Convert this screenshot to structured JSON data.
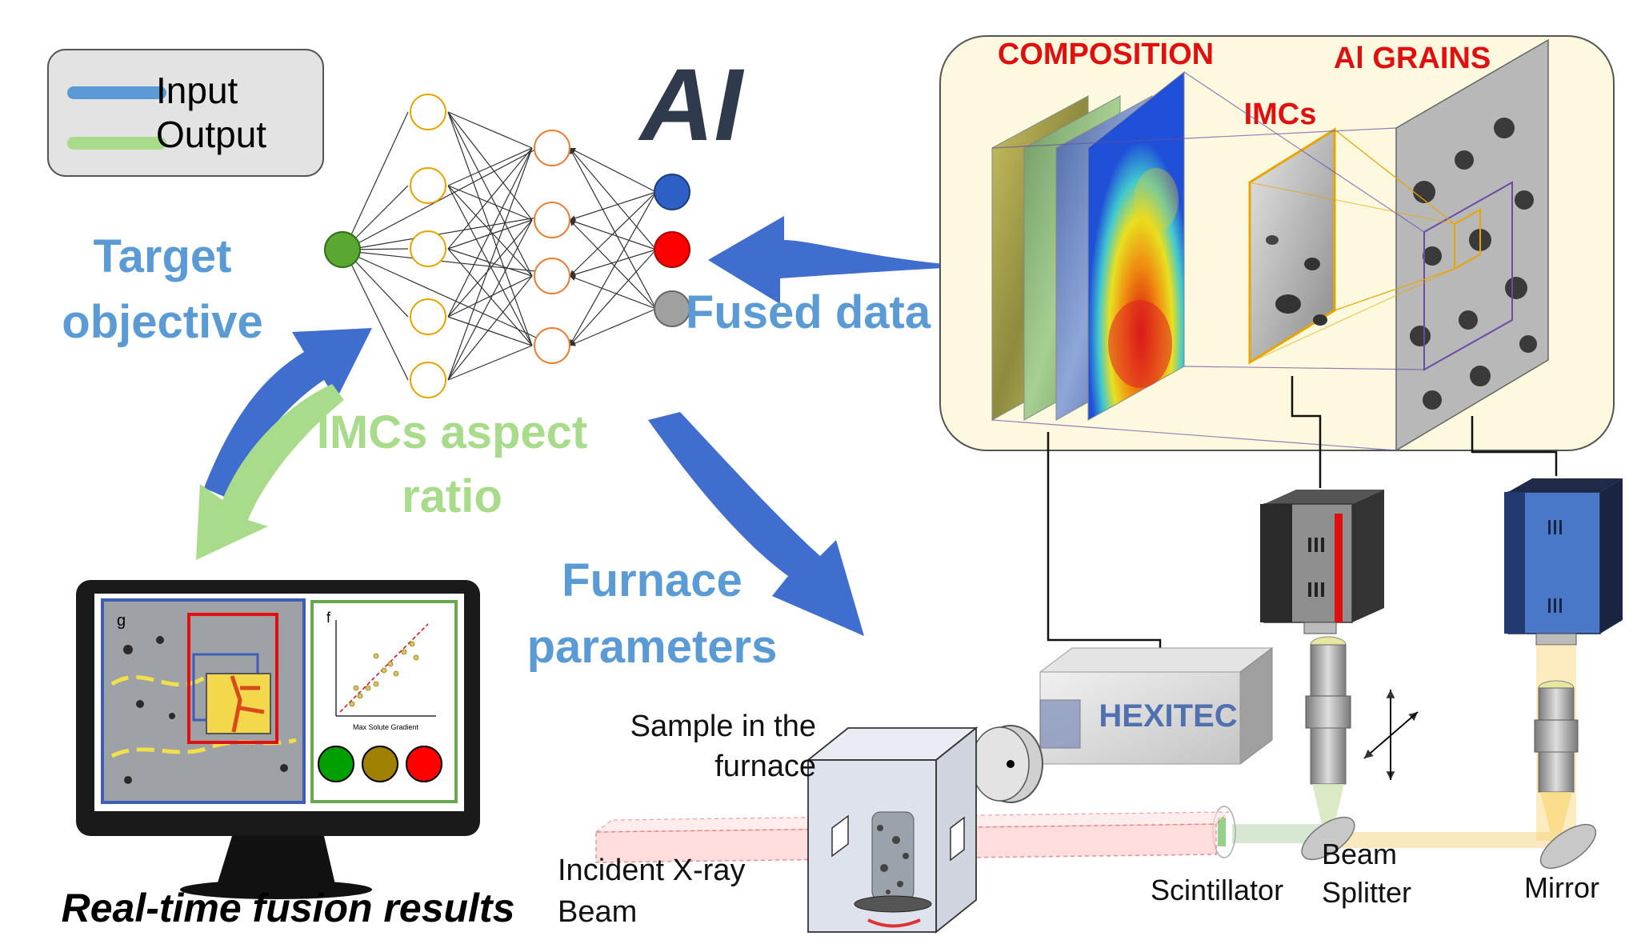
{
  "legend": {
    "input_label": "Input",
    "output_label": "Output"
  },
  "ai_title": "AI",
  "labels": {
    "target_objective": [
      "Target",
      "objective"
    ],
    "imcs_aspect_ratio": [
      "IMCs aspect",
      "ratio"
    ],
    "fused_data": "Fused data",
    "furnace_parameters": [
      "Furnace",
      "parameters"
    ],
    "sample_in_furnace": [
      "Sample in the",
      "furnace"
    ],
    "incident_xray_beam": [
      "Incident X-ray",
      "Beam"
    ],
    "scintillator": "Scintillator",
    "beam_splitter": [
      "Beam",
      "Splitter"
    ],
    "mirror": "Mirror",
    "hexitec": "HEXITEC",
    "realtime_fusion": "Real-time fusion results"
  },
  "fused_panel": {
    "composition_label": "COMPOSITION",
    "imcs_label": "IMCs",
    "al_grains_label": "Al GRAINS"
  },
  "monitor": {
    "panel_g": "g",
    "panel_f": "f",
    "x_axis_label": "Max Solute Gradient"
  },
  "colors": {
    "input_line": "#5b9bd5",
    "output_line": "#a9dc8a",
    "blue_text": "#5b9bd5",
    "green_text": "#a9dc8a",
    "red_text": "#e01010",
    "arrow_blue": "#3f6ecf",
    "neuron_input": "#e8a500",
    "neuron_hidden": "#ed7d31",
    "neuron_output_green": "#5aa832"
  }
}
